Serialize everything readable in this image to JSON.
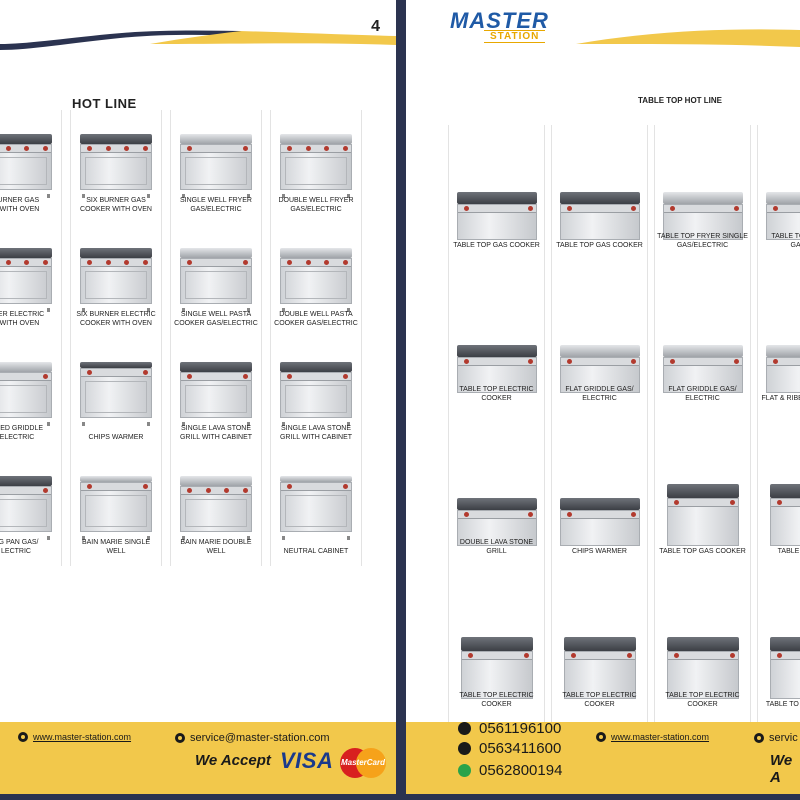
{
  "left_page": {
    "page_number": "4",
    "title": "HOT LINE",
    "products": [
      {
        "label": "BURNER GAS\nR WITH OVEN",
        "kind": "cooker-oven"
      },
      {
        "label": "SIX BURNER GAS COOKER WITH OVEN",
        "kind": "cooker-oven"
      },
      {
        "label": "SINGLE WELL FRYER GAS/ELECTRIC",
        "kind": "fryer"
      },
      {
        "label": "DOUBLE WELL FRYER GAS/ELECTRIC",
        "kind": "fryer-double"
      },
      {
        "label": "RNER ELECTRIC\nR WITH OVEN",
        "kind": "cooker-oven"
      },
      {
        "label": "SIX BURNER ELECTRIC COOKER WITH OVEN",
        "kind": "cooker-oven"
      },
      {
        "label": "SINGLE WELL PASTA COOKER GAS/ELECTRIC",
        "kind": "fryer"
      },
      {
        "label": "DOUBLE WELL PASTA COOKER GAS/ELECTRIC",
        "kind": "fryer-double"
      },
      {
        "label": "IBBED GRIDDLE\n/ELECTRIC",
        "kind": "griddle"
      },
      {
        "label": "CHIPS WARMER",
        "kind": "warmer"
      },
      {
        "label": "SINGLE LAVA STONE GRILL WITH CABINET",
        "kind": "grill"
      },
      {
        "label": "SINGLE LAVA STONE GRILL WITH CABINET",
        "kind": "grill"
      },
      {
        "label": "NG PAN GAS/\nLECTRIC",
        "kind": "pan"
      },
      {
        "label": "BAIN MARIE SINGLE WELL",
        "kind": "bain"
      },
      {
        "label": "BAIN MARIE DOUBLE WELL",
        "kind": "bain-double"
      },
      {
        "label": "NEUTRAL CABINET",
        "kind": "cabinet"
      }
    ],
    "footer": {
      "website": "www.master-station.com",
      "email": "service@master-station.com",
      "accept": "We Accept",
      "visa": "VISA",
      "mastercard": "MasterCard"
    }
  },
  "right_page": {
    "logo_main": "MASTER",
    "logo_sub": "STATION",
    "title": "TABLE TOP HOT LINE",
    "products": [
      {
        "label": "TABLE TOP GAS COOKER",
        "kind": "tt-cooker"
      },
      {
        "label": "TABLE TOP GAS COOKER",
        "kind": "tt-cooker"
      },
      {
        "label": "TABLE TOP FRYER SINGLE GAS/ELECTRIC",
        "kind": "tt-fryer"
      },
      {
        "label": "TABLE TOP DOUBLE GAS/ELE",
        "kind": "tt-fryer"
      },
      {
        "label": "TABLE TOP ELECTRIC COOKER",
        "kind": "tt-cooker"
      },
      {
        "label": "FLAT GRIDDLE GAS/ ELECTRIC",
        "kind": "tt-griddle"
      },
      {
        "label": "FLAT GRIDDLE GAS/ ELECTRIC",
        "kind": "tt-griddle"
      },
      {
        "label": "FLAT & RIBBED GAS/ELEC",
        "kind": "tt-griddle"
      },
      {
        "label": "DOUBLE LAVA STONE GRILL",
        "kind": "tt-grill"
      },
      {
        "label": "CHIPS WARMER",
        "kind": "tt-warmer"
      },
      {
        "label": "TABLE TOP GAS COOKER",
        "kind": "tt-small"
      },
      {
        "label": "TABLE TO COOK",
        "kind": "tt-small"
      },
      {
        "label": "TABLE TOP ELECTRIC COOKER",
        "kind": "tt-small"
      },
      {
        "label": "TABLE TOP ELECTRIC COOKER",
        "kind": "tt-small"
      },
      {
        "label": "TABLE TOP ELECTRIC COOKER",
        "kind": "tt-small"
      },
      {
        "label": "TABLE TO SINGLE GAS/",
        "kind": "tt-small"
      }
    ],
    "footer": {
      "phones": [
        "0561196100",
        "0563411600",
        "0562800194"
      ],
      "website": "www.master-station.com",
      "email": "servic",
      "accept": "We A"
    }
  }
}
